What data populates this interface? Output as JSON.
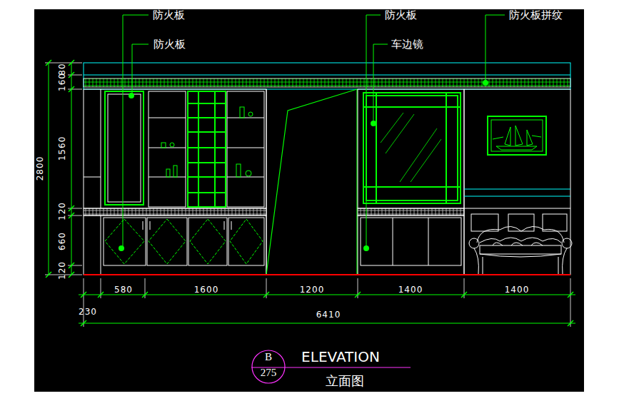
{
  "diagram": {
    "nodes": [
      {
        "text": [
          "B",
          "275"
        ]
      }
    ],
    "labels": [
      "防火板",
      "防火板",
      "防火板",
      "车边镜",
      "防火板拼纹",
      "80",
      "160",
      "1560",
      "120",
      "660",
      "120",
      "2800",
      "580",
      "1600",
      "1200",
      "1400",
      "1400",
      "230",
      "6410",
      "ELEVATION",
      "立面图"
    ]
  }
}
